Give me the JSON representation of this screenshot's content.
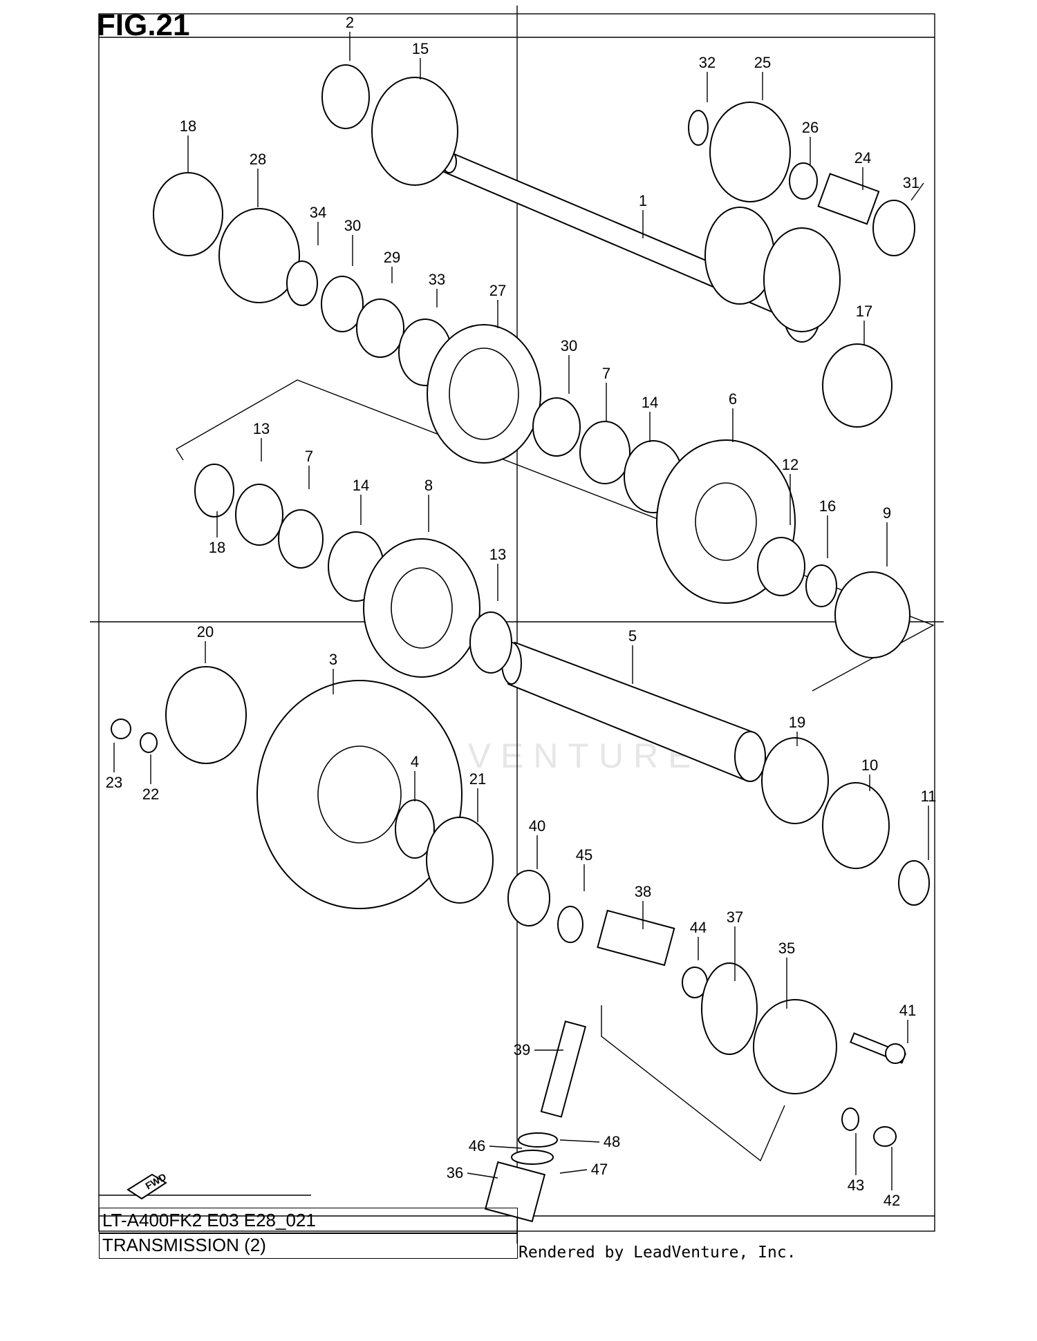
{
  "figure": {
    "title": "FIG.21",
    "model_code": "LT-A400FK2 E03 E28_021",
    "section_name": "TRANSMISSION (2)",
    "credit": "Rendered by LeadVenture, Inc.",
    "watermark": "LEADVENTURE",
    "fwd_label": "FWD"
  },
  "callouts": [
    {
      "id": "c2",
      "label": "2"
    },
    {
      "id": "c15",
      "label": "15"
    },
    {
      "id": "c32",
      "label": "32"
    },
    {
      "id": "c25",
      "label": "25"
    },
    {
      "id": "c26",
      "label": "26"
    },
    {
      "id": "c24",
      "label": "24"
    },
    {
      "id": "c31",
      "label": "31"
    },
    {
      "id": "c18a",
      "label": "18"
    },
    {
      "id": "c28",
      "label": "28"
    },
    {
      "id": "c34",
      "label": "34"
    },
    {
      "id": "c30a",
      "label": "30"
    },
    {
      "id": "c29",
      "label": "29"
    },
    {
      "id": "c33",
      "label": "33"
    },
    {
      "id": "c27",
      "label": "27"
    },
    {
      "id": "c1",
      "label": "1"
    },
    {
      "id": "c17",
      "label": "17"
    },
    {
      "id": "c30b",
      "label": "30"
    },
    {
      "id": "c7a",
      "label": "7"
    },
    {
      "id": "c14a",
      "label": "14"
    },
    {
      "id": "c6",
      "label": "6"
    },
    {
      "id": "c12",
      "label": "12"
    },
    {
      "id": "c16",
      "label": "16"
    },
    {
      "id": "c9",
      "label": "9"
    },
    {
      "id": "c13a",
      "label": "13"
    },
    {
      "id": "c7b",
      "label": "7"
    },
    {
      "id": "c14b",
      "label": "14"
    },
    {
      "id": "c8",
      "label": "8"
    },
    {
      "id": "c18b",
      "label": "18"
    },
    {
      "id": "c13b",
      "label": "13"
    },
    {
      "id": "c20",
      "label": "20"
    },
    {
      "id": "c3",
      "label": "3"
    },
    {
      "id": "c5",
      "label": "5"
    },
    {
      "id": "c19",
      "label": "19"
    },
    {
      "id": "c10",
      "label": "10"
    },
    {
      "id": "c11",
      "label": "11"
    },
    {
      "id": "c23",
      "label": "23"
    },
    {
      "id": "c22",
      "label": "22"
    },
    {
      "id": "c4",
      "label": "4"
    },
    {
      "id": "c21",
      "label": "21"
    },
    {
      "id": "c40",
      "label": "40"
    },
    {
      "id": "c45",
      "label": "45"
    },
    {
      "id": "c38",
      "label": "38"
    },
    {
      "id": "c44",
      "label": "44"
    },
    {
      "id": "c37",
      "label": "37"
    },
    {
      "id": "c35",
      "label": "35"
    },
    {
      "id": "c41",
      "label": "41"
    },
    {
      "id": "c39",
      "label": "39"
    },
    {
      "id": "c46",
      "label": "46"
    },
    {
      "id": "c48",
      "label": "48"
    },
    {
      "id": "c36",
      "label": "36"
    },
    {
      "id": "c47",
      "label": "47"
    },
    {
      "id": "c43",
      "label": "43"
    },
    {
      "id": "c42",
      "label": "42"
    }
  ]
}
